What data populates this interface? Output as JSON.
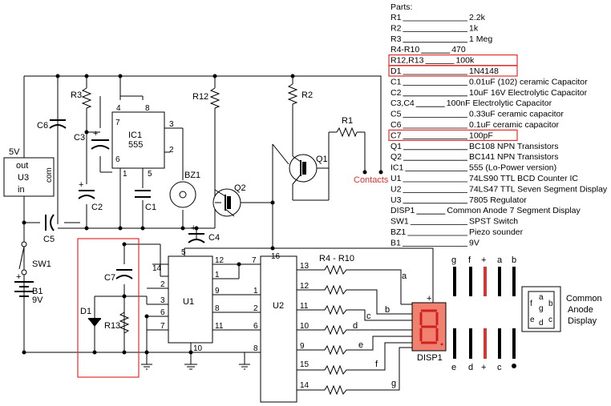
{
  "schematic": {
    "labels": {
      "r3": "R3",
      "c6": "C6",
      "c3": "C3",
      "c2": "C2",
      "c1": "C1",
      "ic1_a": "IC1",
      "ic1_b": "555",
      "u3_v": "5V",
      "u3_out": "out",
      "u3_name": "U3",
      "u3_in": "in",
      "u3_com": "com",
      "r12": "R12",
      "r2": "R2",
      "r1": "R1",
      "q1": "Q1",
      "q2": "Q2",
      "bz1": "BZ1",
      "c4": "C4",
      "c5": "C5",
      "contacts": "Contacts",
      "sw1": "SW1",
      "b1": "B1",
      "b1v": "9V",
      "c7": "C7",
      "d1": "D1",
      "r13": "R13",
      "u1": "U1",
      "u2": "U2",
      "r4r10": "R4 - R10",
      "disp1": "DISP1",
      "plus": "+",
      "minus": "-"
    },
    "ic1_pins": [
      "4",
      "8",
      "7",
      "3",
      "6",
      "2",
      "1",
      "5"
    ],
    "u1_pins": [
      "5",
      "14",
      "12",
      "1",
      "2",
      "3",
      "9",
      "8",
      "6",
      "7",
      "11",
      "10"
    ],
    "u2_pins": [
      "7",
      "16",
      "13",
      "1",
      "12",
      "2",
      "11",
      "6",
      "10",
      "9",
      "8",
      "15",
      "14"
    ],
    "segments": [
      "a",
      "b",
      "c",
      "d",
      "e",
      "f",
      "g"
    ],
    "display_pins_top": [
      "g",
      "f",
      "+",
      "a",
      "b"
    ],
    "display_pins_bottom": [
      "e",
      "d",
      "+",
      "c",
      "•"
    ],
    "legend_segments": [
      "f",
      "a",
      "g",
      "b",
      "e",
      "c",
      "d"
    ],
    "legend_text": [
      "Common",
      "Anode",
      "Display"
    ]
  },
  "parts_list": {
    "title": "Parts:",
    "rows": [
      {
        "ref": "R1",
        "value": "2.2k",
        "note": "",
        "highlight": false
      },
      {
        "ref": "R2",
        "value": "1k",
        "note": "",
        "highlight": false
      },
      {
        "ref": "R3",
        "value": "1 Meg",
        "note": "",
        "highlight": false
      },
      {
        "ref": "R4-R10",
        "value": "470",
        "note": "",
        "highlight": false
      },
      {
        "ref": "R12,R13",
        "value": "100k",
        "note": "",
        "highlight": true
      },
      {
        "ref": "D1",
        "value": "1N4148",
        "note": "",
        "highlight": true
      },
      {
        "ref": "C1",
        "value": "0.01uF (102)",
        "note": "ceramic Capacitor",
        "highlight": false
      },
      {
        "ref": "C2",
        "value": "10uF",
        "note": "16V Electrolytic Capacitor",
        "highlight": false
      },
      {
        "ref": "C3,C4",
        "value": "100nF Electrolytic Capacitor",
        "note": "",
        "highlight": false
      },
      {
        "ref": "C5",
        "value": "0.33uF ceramic capacitor",
        "note": "",
        "highlight": false
      },
      {
        "ref": "C6",
        "value": "0.1uF ceramic capacitor",
        "note": "",
        "highlight": false
      },
      {
        "ref": "C7",
        "value": "100pF",
        "note": "",
        "highlight": true
      },
      {
        "ref": "Q1",
        "value": "BC108",
        "note": "NPN Transistors",
        "highlight": false
      },
      {
        "ref": "Q2",
        "value": "BC141",
        "note": "NPN Transistors",
        "highlight": false
      },
      {
        "ref": "IC1",
        "value": "555 (Lo-Power version)",
        "note": "",
        "highlight": false
      },
      {
        "ref": "U1",
        "value": "74LS90 TTL BCD Counter IC",
        "note": "",
        "highlight": false
      },
      {
        "ref": "U2",
        "value": "74LS47 TTL Seven Segment Display",
        "note": "",
        "highlight": false
      },
      {
        "ref": "U3",
        "value": "7805 Regulator",
        "note": "",
        "highlight": false
      },
      {
        "ref": "DISP1",
        "value": "Common Anode 7 Segment Display",
        "note": "",
        "highlight": false
      },
      {
        "ref": "SW1",
        "value": "SPST Switch",
        "note": "",
        "highlight": false
      },
      {
        "ref": "BZ1",
        "value": "Piezo sounder",
        "note": "",
        "highlight": false
      },
      {
        "ref": "B1",
        "value": "9V",
        "note": "",
        "highlight": false
      }
    ]
  },
  "colors": {
    "highlight": "#e03030",
    "display_body": "#f08070",
    "display_segment": "#d02020"
  }
}
